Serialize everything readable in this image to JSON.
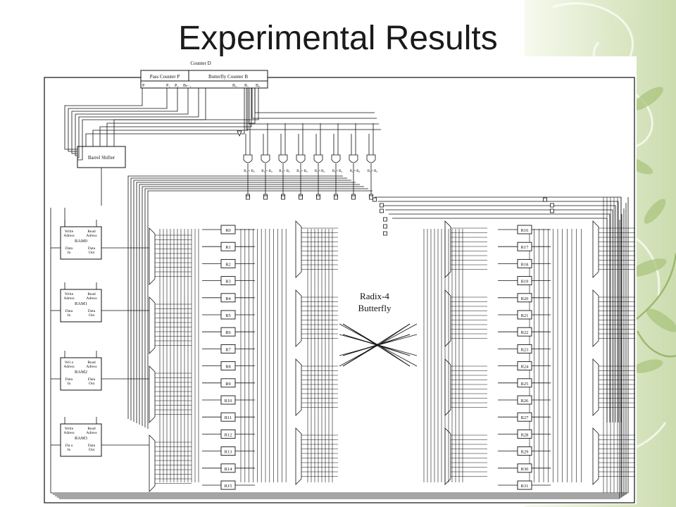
{
  "slide": {
    "title": "Experimental Results"
  },
  "theme": {
    "accent": "#8fae5c",
    "leaf": "#a9c47e",
    "background": "#ffffff",
    "line": "#111111"
  },
  "diagram": {
    "counter_d": "Counter D",
    "pass_counter": "Pass Counter P",
    "butterfly_counter": "Butterfly Counter B",
    "bit_labels": [
      "P",
      "P₁",
      "P₀",
      "Bₙ₋₁",
      "B₂",
      "B₁",
      "B₀"
    ],
    "barrel_shifter": "Barrel Shifter",
    "rams": [
      {
        "write": "Write",
        "write2": "Adress",
        "read": "Read",
        "read2": "Adress",
        "name": "RAM0",
        "din": "Data",
        "din2": "In",
        "dout": "Data",
        "dout2": "Out"
      },
      {
        "write": "Write",
        "write2": "Adress",
        "read": "Read",
        "read2": "Adress",
        "name": "RAM1",
        "din": "Data",
        "din2": "In",
        "dout": "Data",
        "dout2": "Out"
      },
      {
        "write": "Wri e",
        "write2": "Adress",
        "read": "Read",
        "read2": "Adress",
        "name": "RAM2",
        "din": "Data",
        "din2": "In",
        "dout": "Data",
        "dout2": "Out"
      },
      {
        "write": "Write",
        "write2": "Adress",
        "read": "Read",
        "read2": "Adress",
        "name": "RAM3",
        "din": "Da a",
        "din2": "In",
        "dout": "Data",
        "dout2": "Out"
      }
    ],
    "registers_left": [
      "R0",
      "R1",
      "R2",
      "R3",
      "R4",
      "R5",
      "R6",
      "R7",
      "R8",
      "R9",
      "R10",
      "R11",
      "R12",
      "R13",
      "R14",
      "R15"
    ],
    "registers_right": [
      "R16",
      "R17",
      "R18",
      "R19",
      "R20",
      "R21",
      "R22",
      "R23",
      "R24",
      "R25",
      "R26",
      "R27",
      "R28",
      "R29",
      "R30",
      "R31"
    ],
    "butterfly_label_1": "Radix-4",
    "butterfly_label_2": "Butterfly",
    "gate_labels": [
      "B₁ + B₀",
      "B₁ + B₀",
      "B₁ + B₀",
      "B₁ + B₀",
      "B₁ • B₀",
      "B₁ • B₀",
      "B₁ • B₀",
      "B₁ • B₀"
    ]
  }
}
